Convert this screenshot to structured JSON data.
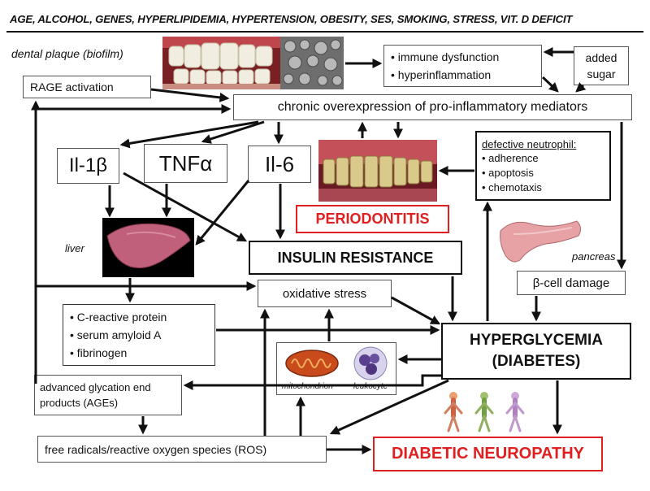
{
  "risk_factors": "AGE, ALCOHOL, GENES, HYPERLIPIDEMIA, HYPERTENSION, OBESITY, SES, SMOKING, STRESS, VIT. D DEFICIT",
  "dental_plaque": "dental plaque (biofilm)",
  "immune": [
    "immune dysfunction",
    "hyperinflammation"
  ],
  "added_sugar": [
    "added",
    "sugar"
  ],
  "rage": "RAGE activation",
  "chronic": "chronic overexpression of pro-inflammatory mediators",
  "il1": "Il-1β",
  "tnf": "TNFα",
  "il6": "Il-6",
  "defective_neutrophil": {
    "title": "defective neutrophil:",
    "items": [
      "adherence",
      "apoptosis",
      "chemotaxis"
    ]
  },
  "periodontitis": "PERIODONTITIS",
  "liver": "liver",
  "insulin": "INSULIN RESISTANCE",
  "pancreas": "pancreas",
  "beta_cell": "β-cell damage",
  "oxidative": "oxidative stress",
  "proteins": [
    "C-reactive protein",
    "serum amyloid A",
    "fibrinogen"
  ],
  "hyperglycemia": [
    "HYPERGLYCEMIA",
    "(DIABETES)"
  ],
  "mitochondrion": "mitochondrion",
  "leukocyte": "leukocyte",
  "ages": [
    "advanced glycation end",
    "products (AGEs)"
  ],
  "ros": "free radicals/reactive oxygen species (ROS)",
  "neuropathy": "DIABETIC NEUROPATHY",
  "colors": {
    "red": "#e02020",
    "border": "#111111"
  }
}
